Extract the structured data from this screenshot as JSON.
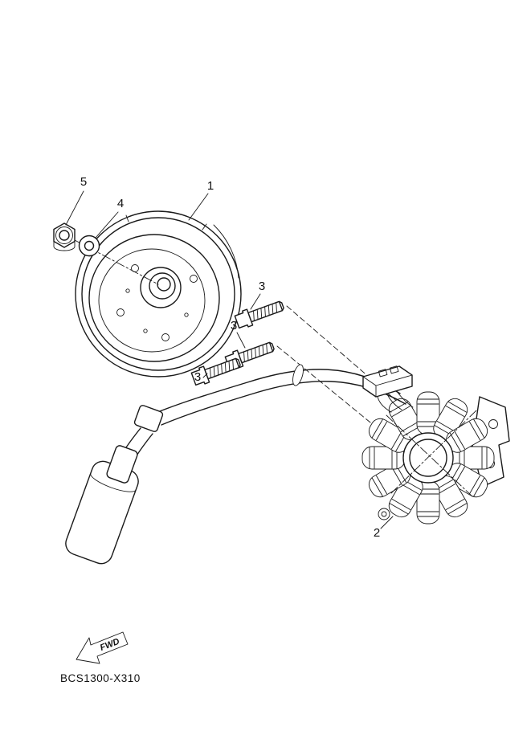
{
  "diagram": {
    "code": "BCS1300-X310",
    "fwd_label": "FWD",
    "background_color": "#ffffff",
    "line_color": "#1a1a1a",
    "callouts": [
      {
        "num": "1",
        "part": "rotor-drum"
      },
      {
        "num": "2",
        "part": "stator-coil-assembly"
      },
      {
        "num": "3",
        "part": "bolt-top"
      },
      {
        "num": "3",
        "part": "bolt-middle"
      },
      {
        "num": "3",
        "part": "bolt-bottom"
      },
      {
        "num": "4",
        "part": "washer"
      },
      {
        "num": "5",
        "part": "nut"
      }
    ]
  }
}
